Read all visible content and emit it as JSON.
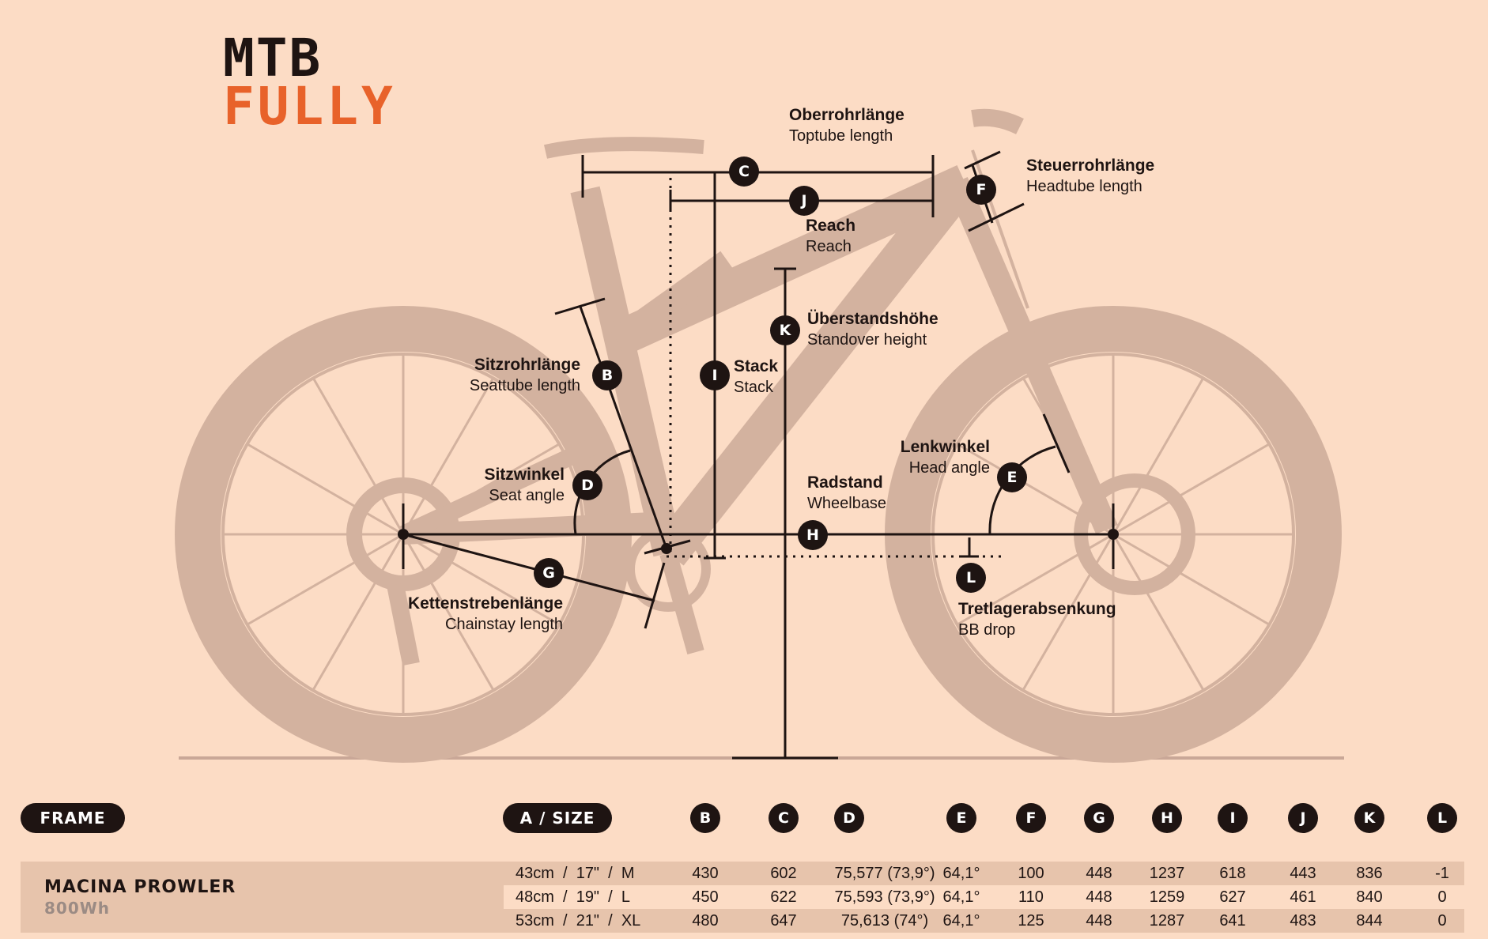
{
  "title": {
    "line1": "MTB",
    "line2": "FULLY"
  },
  "labels": {
    "C": {
      "de": "Oberrohrlänge",
      "en": "Toptube length"
    },
    "F": {
      "de": "Steuerrohrlänge",
      "en": "Headtube length"
    },
    "J": {
      "de": "Reach",
      "en": "Reach"
    },
    "K": {
      "de": "Überstandshöhe",
      "en": "Standover height"
    },
    "B": {
      "de": "Sitzrohrlänge",
      "en": "Seattube length"
    },
    "I": {
      "de": "Stack",
      "en": "Stack"
    },
    "D": {
      "de": "Sitzwinkel",
      "en": "Seat angle"
    },
    "H": {
      "de": "Radstand",
      "en": "Wheelbase"
    },
    "E": {
      "de": "Lenkwinkel",
      "en": "Head angle"
    },
    "G": {
      "de": "Kettenstrebenlänge",
      "en": "Chainstay length"
    },
    "L": {
      "de": "Tretlagerabsenkung",
      "en": "BB drop"
    }
  },
  "markers": [
    "C",
    "J",
    "F",
    "K",
    "B",
    "I",
    "D",
    "E",
    "H",
    "G",
    "L"
  ],
  "table": {
    "frame_label": "FRAME",
    "size_label": "A / SIZE",
    "columns": [
      "B",
      "C",
      "D",
      "E",
      "F",
      "G",
      "H",
      "I",
      "J",
      "K",
      "L"
    ],
    "model": "MACINA PROWLER",
    "model_sub": "800Wh",
    "rows": [
      {
        "size": "43cm  /  17\"  /  M",
        "values": [
          "430",
          "602",
          "75,577 (73,9°)",
          "64,1°",
          "100",
          "448",
          "1237",
          "618",
          "443",
          "836",
          "-1"
        ]
      },
      {
        "size": "48cm  /  19\"  /  L",
        "values": [
          "450",
          "622",
          "75,593 (73,9°)",
          "64,1°",
          "110",
          "448",
          "1259",
          "627",
          "461",
          "840",
          "0"
        ]
      },
      {
        "size": "53cm  /  21\"  /  XL",
        "values": [
          "480",
          "647",
          "75,613 (74°)",
          "64,1°",
          "125",
          "448",
          "1287",
          "641",
          "483",
          "844",
          "0"
        ]
      }
    ]
  }
}
